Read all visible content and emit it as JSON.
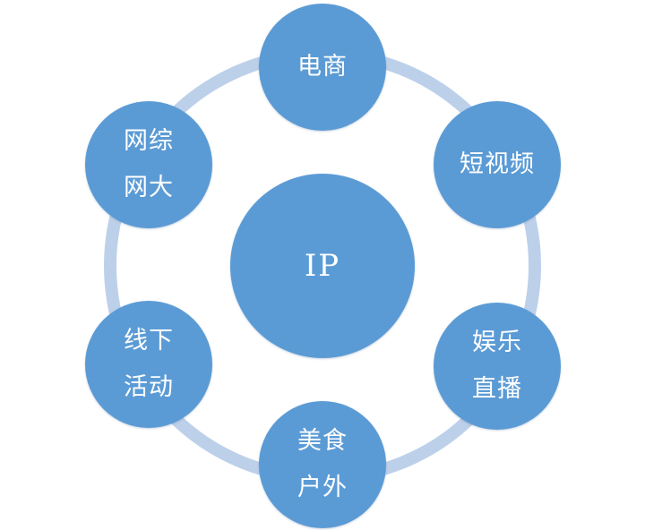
{
  "colors": {
    "node_fill": "#5b9bd5",
    "ring_stroke": "#bdd0ea",
    "text": "#ffffff"
  },
  "center": {
    "lines": [
      "IP"
    ]
  },
  "nodes": [
    {
      "id": "ecommerce",
      "lines": [
        "电商"
      ]
    },
    {
      "id": "short-video",
      "lines": [
        "短视频"
      ]
    },
    {
      "id": "live-streaming",
      "lines": [
        "娱乐",
        "直播"
      ]
    },
    {
      "id": "food-outdoor",
      "lines": [
        "美食",
        "户外"
      ]
    },
    {
      "id": "offline-events",
      "lines": [
        "线下",
        "活动"
      ]
    },
    {
      "id": "variety-shows",
      "lines": [
        "网综",
        "网大"
      ]
    }
  ]
}
